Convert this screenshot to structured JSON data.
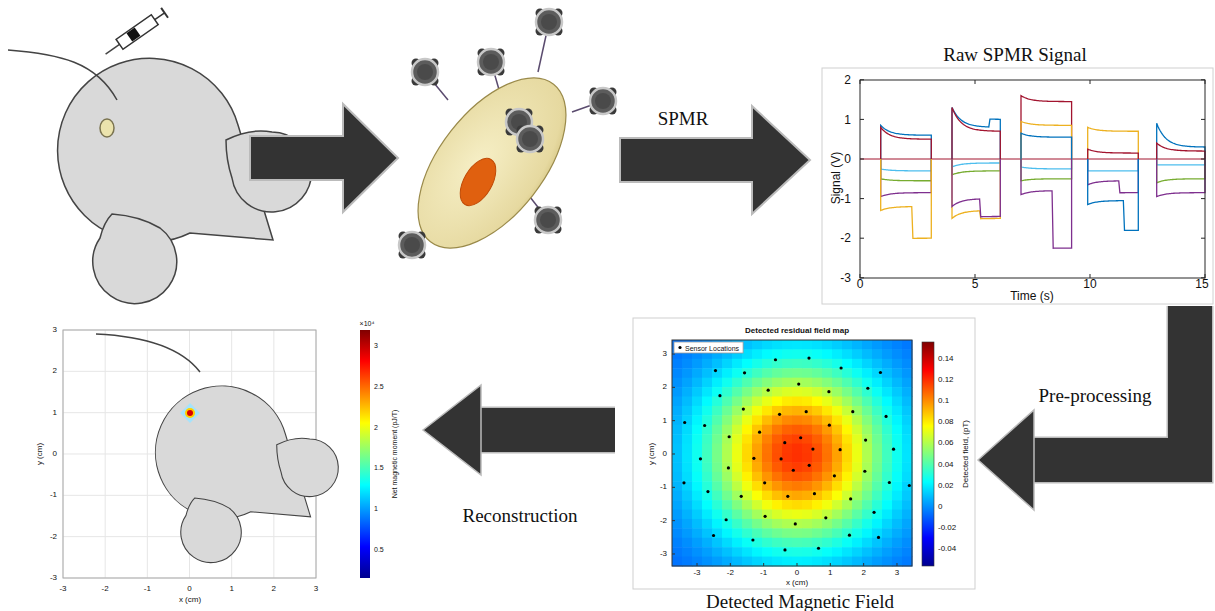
{
  "diagram": {
    "nodes": [
      {
        "text": [
          "Raw SPMR Signal",
          "2",
          "1",
          "0",
          "-1",
          "-2",
          "-3",
          "Signal (V)",
          "0",
          "5",
          "10",
          "15",
          "Time (s)"
        ]
      },
      {
        "text": [
          "Detected residual field map",
          "x (cm)",
          "-3",
          "-2",
          "-1",
          "0",
          "1",
          "2",
          "3",
          "y (cm)",
          "3",
          "2",
          "1",
          "0",
          "-1",
          "-2",
          "-3",
          "0.14",
          "0.12",
          "0.1",
          "0.08",
          "0.06",
          "0.04",
          "0.02",
          "0",
          "-0.02",
          "-0.04",
          "Detected field, (pT)",
          "Detected Magnetic Field"
        ]
      },
      {
        "text": [
          "3",
          "2",
          "1",
          "0",
          "-1",
          "-2",
          "-3",
          "y (cm)",
          "-3",
          "-2",
          "-1",
          "0",
          "1",
          "2",
          "3",
          "x (cm)",
          "×10⁴",
          "3",
          "2.5",
          "2",
          "1.5",
          "1",
          "0.5",
          "Net magnetic moment (pJ/T)"
        ]
      }
    ],
    "edges": [
      {
        "from": 0,
        "to": 1,
        "label": "Pre-processing",
        "arrow": "to"
      },
      {
        "from": 1,
        "to": 2,
        "label": "Reconstruction",
        "arrow": "to"
      }
    ],
    "labels": [
      "SPMR"
    ],
    "legend": [
      {
        "text": "Sensor Locations"
      }
    ]
  }
}
